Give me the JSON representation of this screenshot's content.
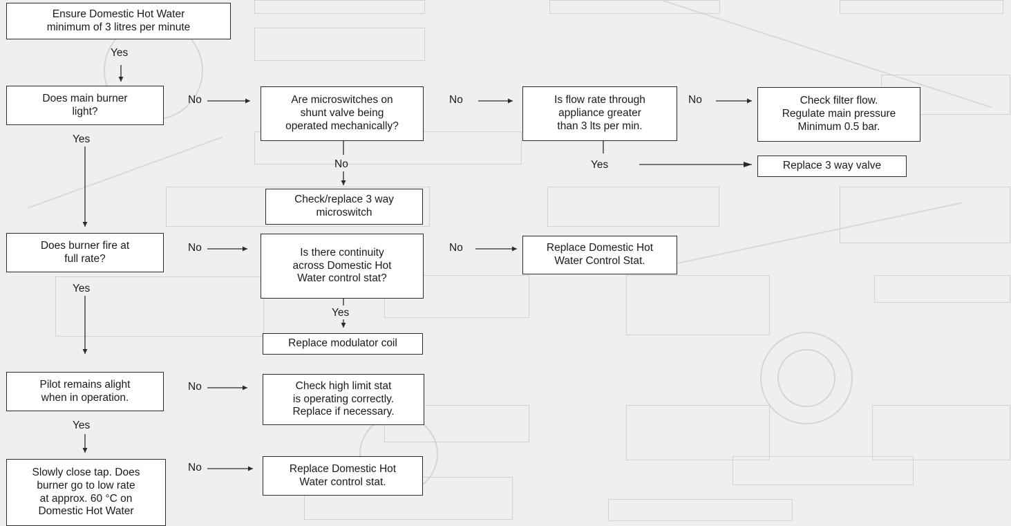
{
  "boxes": {
    "ensure_flow": "Ensure Domestic Hot Water\nminimum of 3 litres per minute",
    "main_burner": "Does main burner\nlight?",
    "microswitches": "Are microswitches on\nshunt valve being\noperated mechanically?",
    "flow_rate": "Is flow rate through\nappliance greater\nthan 3 lts per min.",
    "check_filter": "Check filter flow.\nRegulate main pressure\nMinimum 0.5 bar.",
    "replace_3way_valve": "Replace 3 way valve",
    "check_microswitch": "Check/replace 3 way\nmicroswitch",
    "full_rate": "Does burner fire at\nfull rate?",
    "continuity": "Is there continuity\nacross Domestic Hot\nWater control stat?",
    "replace_dhw_stat_1": "Replace Domestic Hot\nWater Control Stat.",
    "modulator": "Replace modulator coil",
    "pilot": "Pilot remains alight\nwhen in operation.",
    "high_limit": "Check high limit stat\nis operating correctly.\nReplace if necessary.",
    "slowly_close": "Slowly close tap. Does\nburner go to low rate\nat approx. 60 °C on\nDomestic Hot Water",
    "replace_dhw_stat_2": "Replace Domestic Hot\nWater control stat."
  },
  "labels": {
    "yes": "Yes",
    "no": "No"
  }
}
